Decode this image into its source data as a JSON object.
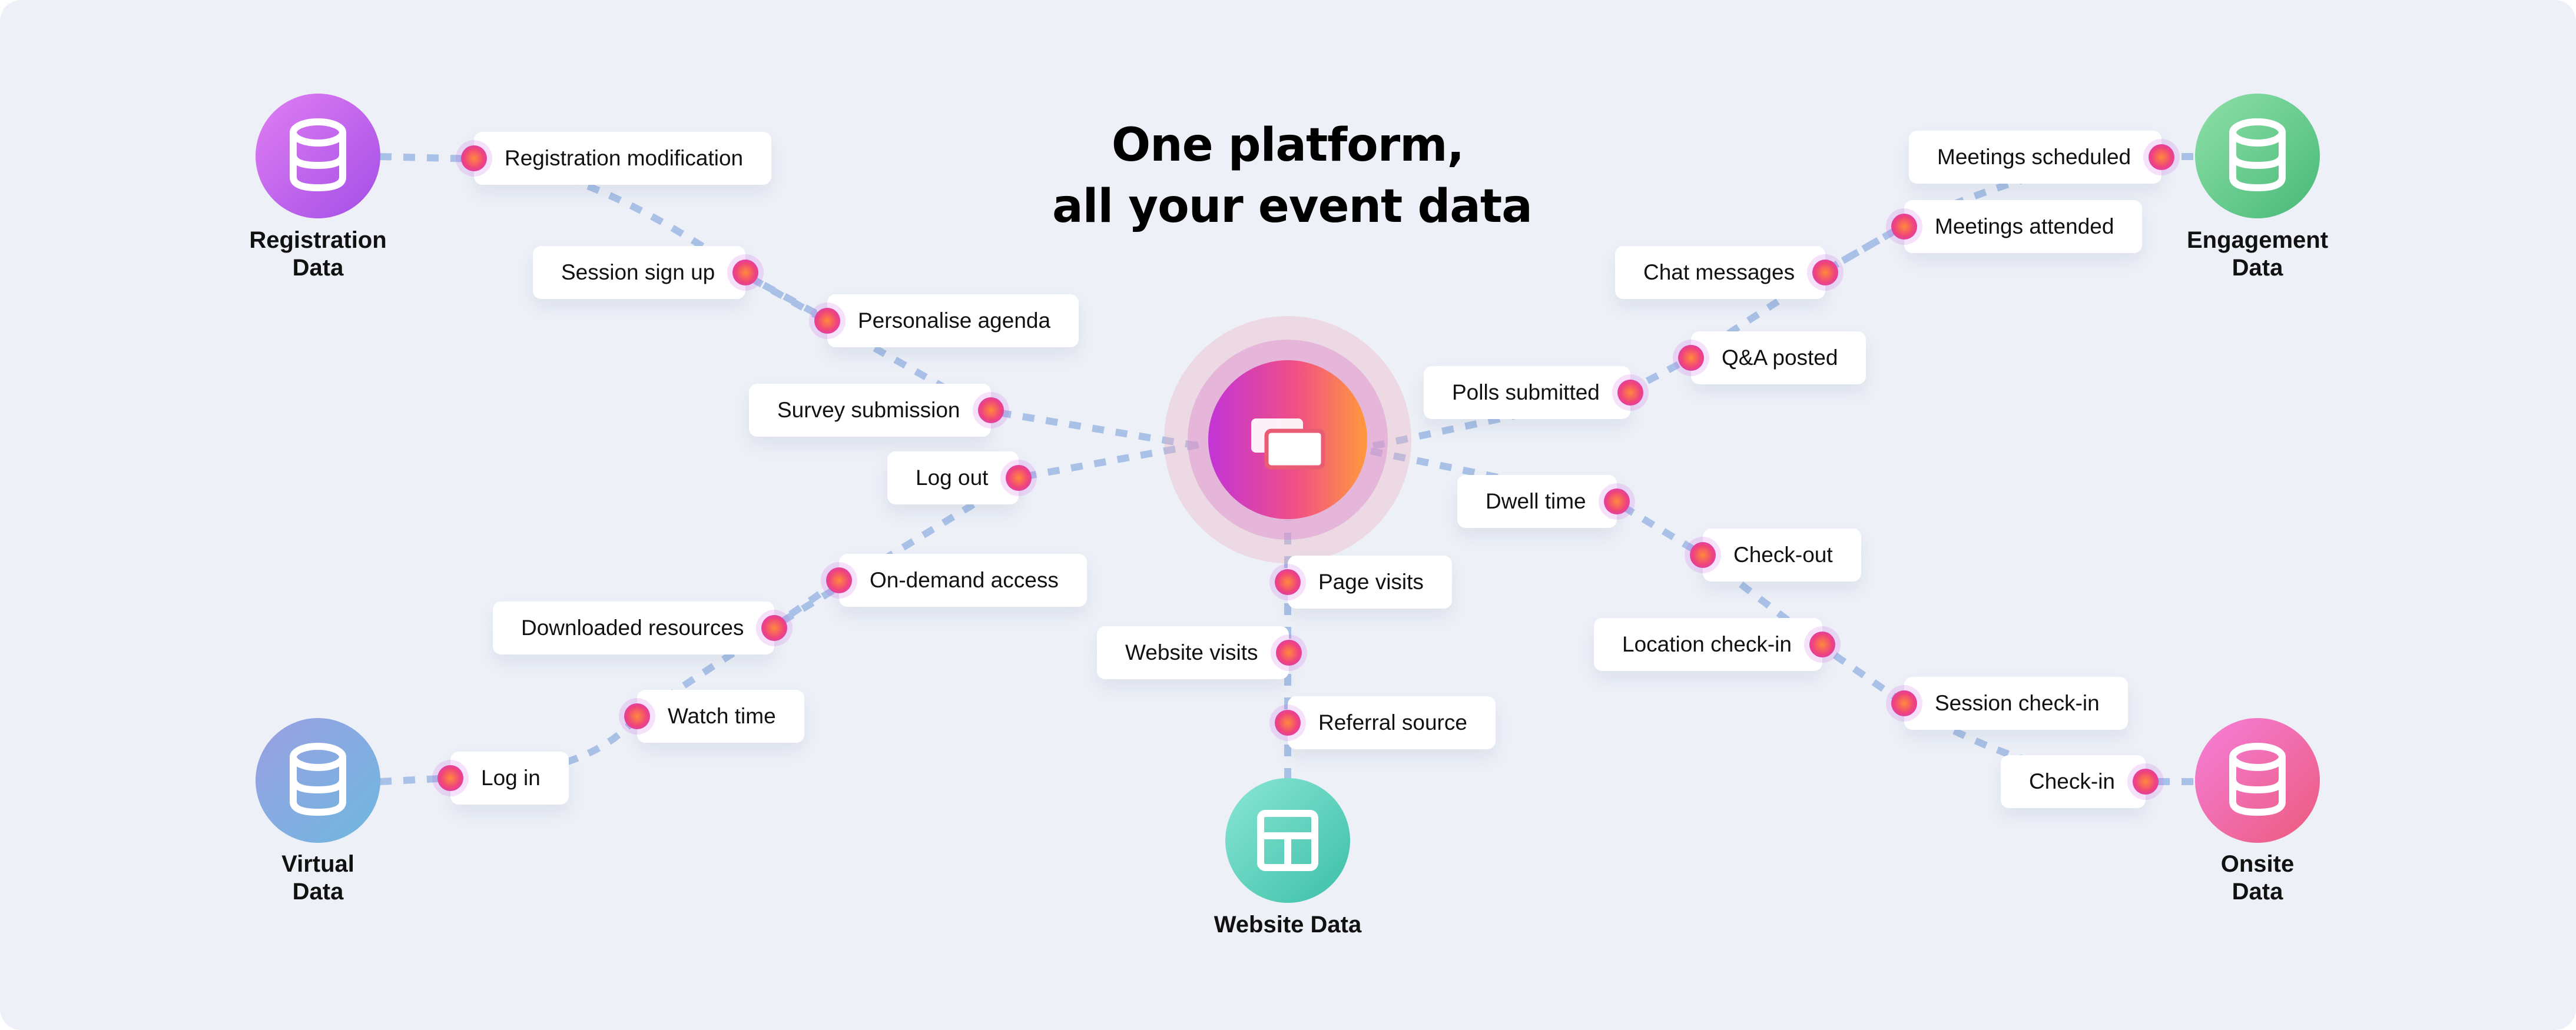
{
  "title": {
    "line1": "One platform,",
    "line2": "all your event data"
  },
  "hub": {
    "icon": "chat-bubbles-icon"
  },
  "sources": {
    "registration": {
      "line1": "Registration",
      "line2": "Data",
      "icon": "database-icon",
      "color_from": "#e07ef3",
      "color_to": "#a34ee6"
    },
    "engagement": {
      "line1": "Engagement",
      "line2": "Data",
      "icon": "database-icon",
      "color_from": "#8fe0a8",
      "color_to": "#47b978"
    },
    "virtual": {
      "line1": "Virtual",
      "line2": "Data",
      "icon": "database-icon",
      "color_from": "#9a9fe3",
      "color_to": "#6fb8df"
    },
    "onsite": {
      "line1": "Onsite",
      "line2": "Data",
      "icon": "database-icon",
      "color_from": "#f57fdb",
      "color_to": "#ec5a7c"
    },
    "website": {
      "line1": "Website Data",
      "icon": "layout-icon",
      "color_from": "#8be6d6",
      "color_to": "#3bbfa7"
    }
  },
  "labels": {
    "registration_modification": "Registration modification",
    "session_sign_up": "Session sign up",
    "personalise_agenda": "Personalise agenda",
    "survey_submission": "Survey submission",
    "log_out": "Log out",
    "on_demand_access": "On-demand access",
    "downloaded_resources": "Downloaded resources",
    "watch_time": "Watch time",
    "log_in": "Log in",
    "page_visits": "Page visits",
    "website_visits": "Website visits",
    "referral_source": "Referral source",
    "meetings_scheduled": "Meetings scheduled",
    "meetings_attended": "Meetings attended",
    "chat_messages": "Chat messages",
    "qa_posted": "Q&A posted",
    "polls_submitted": "Polls submitted",
    "dwell_time": "Dwell time",
    "check_out": "Check-out",
    "location_check_in": "Location check-in",
    "session_check_in": "Session check-in",
    "check_in": "Check-in"
  },
  "colors": {
    "background": "#edf0f7",
    "connector": "#a9c1e6",
    "dot_from": "#ff8a3d",
    "dot_mid": "#f0457a",
    "dot_to": "#c838d8"
  }
}
